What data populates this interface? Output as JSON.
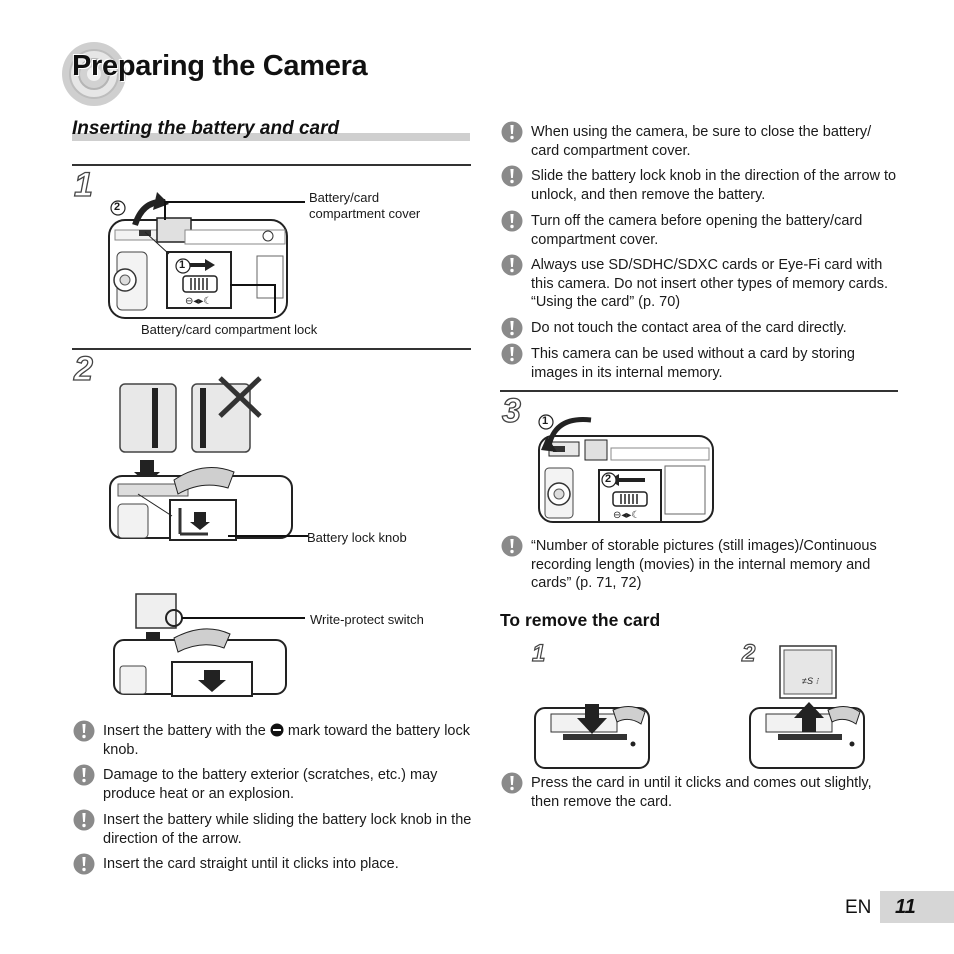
{
  "page": {
    "title": "Preparing the Camera",
    "section": "Inserting the battery and card",
    "footer": {
      "lang": "EN",
      "page_number": "11"
    }
  },
  "steps": {
    "s1": "1",
    "s2": "2",
    "s3": "3"
  },
  "callouts": {
    "cover_line1": "Battery/card",
    "cover_line2": "compartment cover",
    "lock": "Battery/card compartment lock",
    "battery_knob": "Battery lock knob",
    "write_protect": "Write-protect switch"
  },
  "markers": {
    "m1": "1",
    "m2": "2"
  },
  "left_notes": [
    {
      "icon": "caution-icon",
      "pre": "Insert the battery with the ",
      "post": " mark toward the battery lock knob."
    },
    {
      "icon": "caution-icon",
      "text": "Damage to the battery exterior (scratches, etc.) may produce heat or an explosion."
    },
    {
      "icon": "caution-icon",
      "text": "Insert the battery while sliding the battery lock knob in the direction of the arrow."
    },
    {
      "icon": "caution-icon",
      "text": "Insert the card straight until it clicks into place."
    }
  ],
  "right_notes": [
    {
      "icon": "caution-icon",
      "text": "When using the camera, be sure to close the battery/ card compartment cover."
    },
    {
      "icon": "caution-icon",
      "text": "Slide the battery lock knob in the direction of the arrow to unlock, and then remove the battery."
    },
    {
      "icon": "caution-icon",
      "text": "Turn off the camera before opening the battery/card compartment cover."
    },
    {
      "icon": "caution-icon",
      "text": "Always use SD/SDHC/SDXC cards or Eye-Fi card with this camera. Do not insert other types of memory cards. “Using the card” (p. 70)"
    },
    {
      "icon": "caution-icon",
      "text": "Do not touch the contact area of the card directly."
    },
    {
      "icon": "caution-icon",
      "text": "This camera can be used without a card by storing images in its internal memory."
    }
  ],
  "step3_note": {
    "icon": "caution-icon",
    "text": "“Number of storable pictures (still images)/Continuous recording length (movies) in the internal memory and cards” (p. 71, 72)"
  },
  "remove_card": {
    "heading": "To remove the card",
    "step1": "1",
    "step2": "2",
    "note": {
      "icon": "caution-icon",
      "text": "Press the card in until it clicks and comes out slightly, then remove the card."
    }
  }
}
